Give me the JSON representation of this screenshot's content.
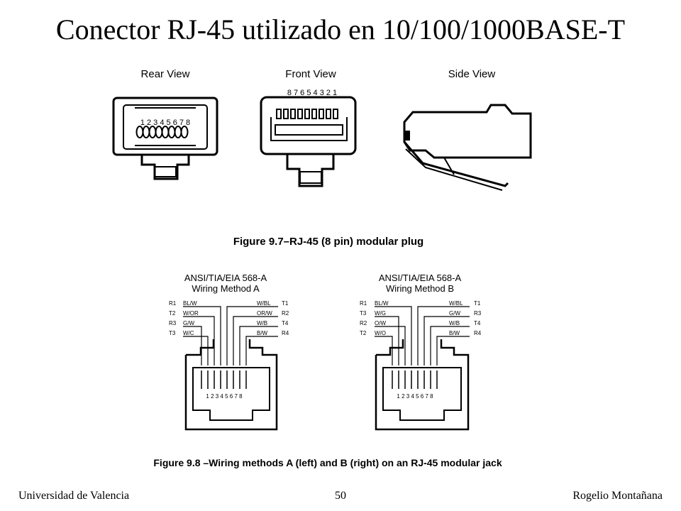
{
  "slide": {
    "title": "Conector RJ-45 utilizado en 10/100/1000BASE-T",
    "footer_left": "Universidad de Valencia",
    "footer_center": "50",
    "footer_right": "Rogelio Montañana"
  },
  "figure_plug": {
    "views": [
      "Rear View",
      "Front View",
      "Side View"
    ],
    "rear_pins": "1 2 3 4 5 6 7 8",
    "front_pins": "8 7 6 5 4 3 2 1",
    "caption": "Figure 9.7–RJ-45 (8 pin) modular plug"
  },
  "figure_jack": {
    "caption": "Figure 9.8 –Wiring methods A (left) and B (right) on an RJ-45 modular jack",
    "method_a": {
      "title1": "ANSI/TIA/EIA 568-A",
      "title2": "Wiring Method A",
      "left_ids": [
        "R1",
        "T2",
        "R3",
        "T3"
      ],
      "left_colors": [
        "BL/W",
        "W/OR",
        "G/W",
        "W/C"
      ],
      "right_colors": [
        "W/BL",
        "OR/W",
        "W/B",
        "B/W"
      ],
      "right_ids": [
        "T1",
        "R2",
        "T4",
        "R4"
      ],
      "pins": "1 2 3 4 5 6 7 8"
    },
    "method_b": {
      "title1": "ANSI/TIA/EIA 568-A",
      "title2": "Wiring Method B",
      "left_ids": [
        "R1",
        "T3",
        "R2",
        "T2"
      ],
      "left_colors": [
        "BL/W",
        "W/G",
        "O/W",
        "W/O"
      ],
      "right_colors": [
        "W/BL",
        "G/W",
        "W/B",
        "B/W"
      ],
      "right_ids": [
        "T1",
        "R3",
        "T4",
        "R4"
      ],
      "pins": "1 2 3 4 5 6 7 8"
    }
  }
}
